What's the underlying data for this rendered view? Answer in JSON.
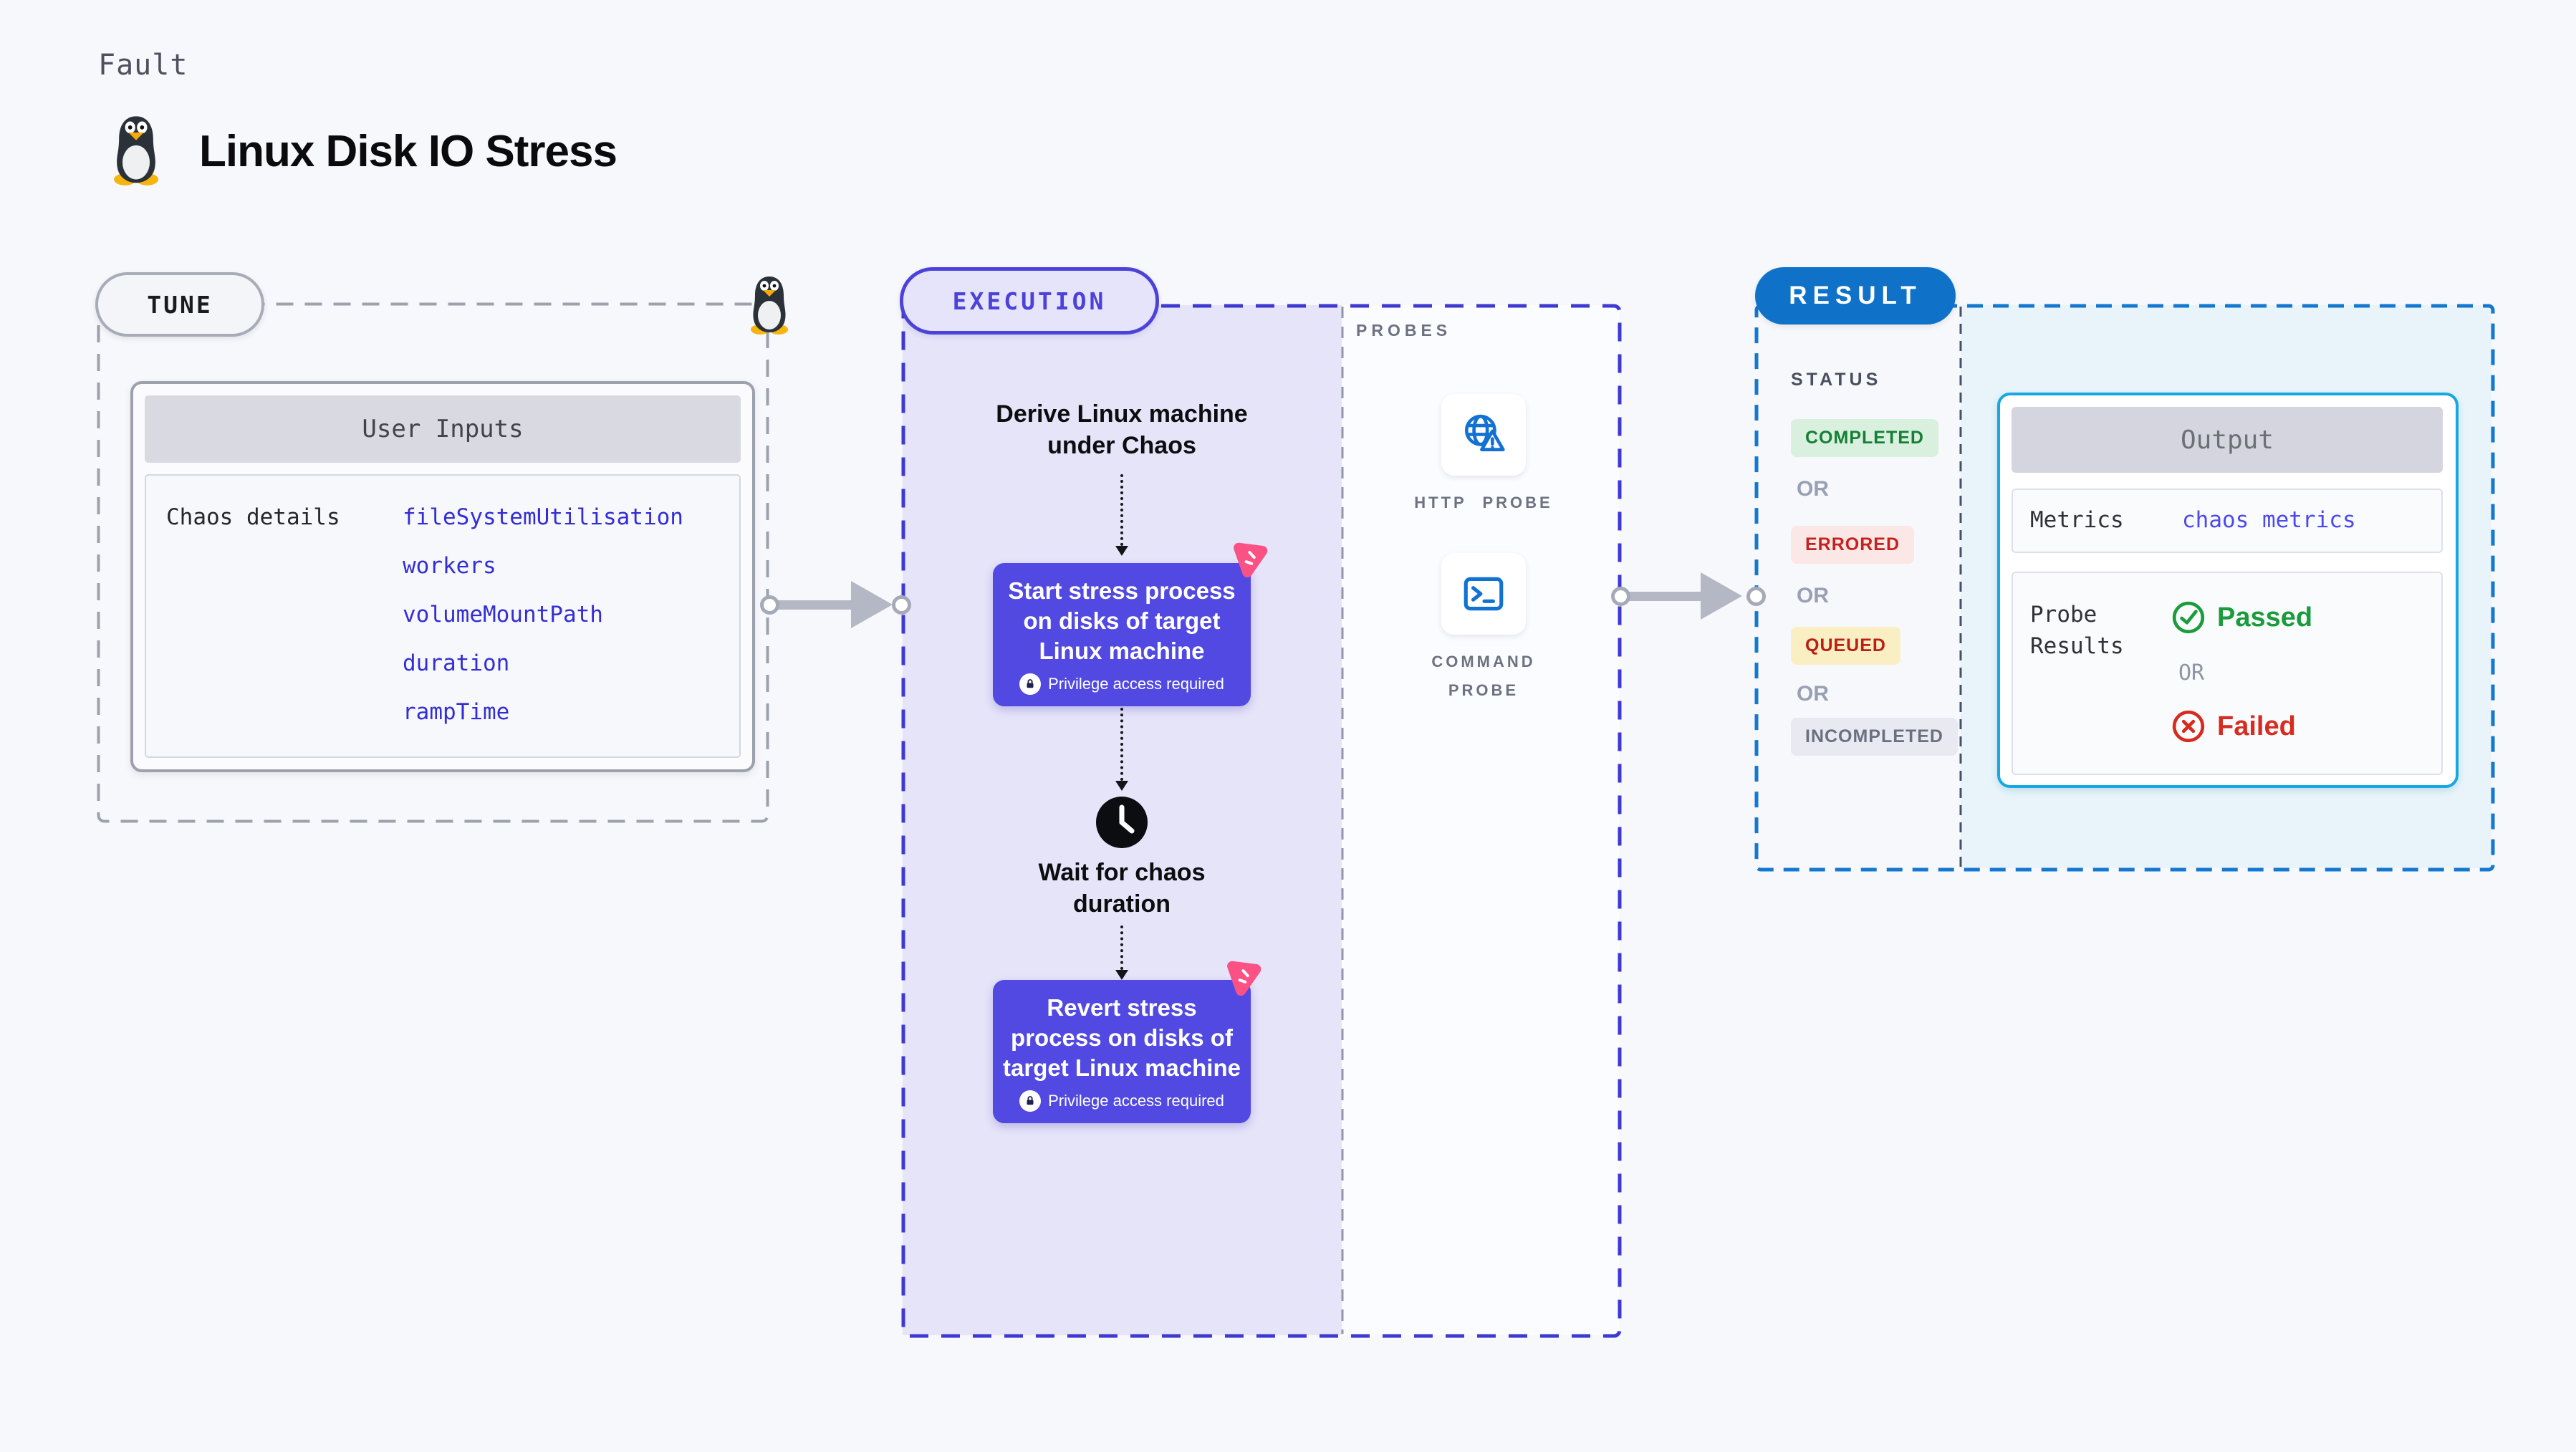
{
  "header": {
    "kicker": "Fault",
    "title": "Linux Disk IO Stress"
  },
  "tune": {
    "label": "TUNE",
    "card_title": "User Inputs",
    "row_label": "Chaos details",
    "values": [
      "fileSystemUtilisation",
      "workers",
      "volumeMountPath",
      "duration",
      "rampTime"
    ]
  },
  "execution": {
    "label": "EXECUTION",
    "derive_line1": "Derive Linux machine",
    "derive_line2": "under Chaos",
    "start_line1": "Start stress process",
    "start_line2": "on disks of target",
    "start_line3": "Linux machine",
    "privilege": "Privilege access required",
    "wait_line1": "Wait for chaos",
    "wait_line2": "duration",
    "revert_line1": "Revert stress",
    "revert_line2": "process on disks of",
    "revert_line3": "target Linux machine"
  },
  "probes": {
    "label": "PROBES",
    "http_label": "HTTP PROBE",
    "command_line1": "COMMAND",
    "command_line2": "PROBE"
  },
  "result": {
    "label": "RESULT",
    "status_label": "STATUS",
    "or": "OR",
    "statuses": {
      "completed": "COMPLETED",
      "errored": "ERRORED",
      "queued": "QUEUED",
      "incompleted": "INCOMPLETED"
    },
    "output": {
      "title": "Output",
      "metrics_label": "Metrics",
      "metrics_value": "chaos metrics",
      "probe_label_line1": "Probe",
      "probe_label_line2": "Results",
      "passed": "Passed",
      "failed": "Failed"
    }
  },
  "colors": {
    "accent_indigo": "#4c42da",
    "accent_blue": "#0f72c8",
    "accent_cyan": "#18a8e1",
    "node_purple": "#5149e1",
    "pink": "#fb5286",
    "probe_icon_blue": "#1272d3",
    "status_green": "#157f35",
    "status_red": "#c5221f",
    "passed_green": "#1b9c3c",
    "failed_red": "#d62c20"
  }
}
